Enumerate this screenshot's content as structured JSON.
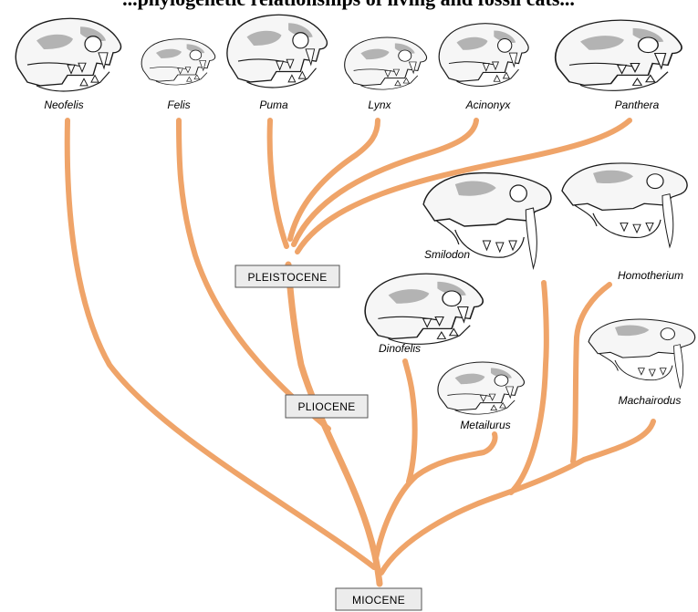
{
  "title": "...phylogenetic relationships of living and fossil cats...",
  "colors": {
    "branch": "#efa469",
    "era_box_fill": "#ececec",
    "era_box_stroke": "#555555",
    "skull_outline": "#1a1a1a",
    "skull_shading": "#9c9c9c"
  },
  "eras": {
    "pleistocene": "PLEISTOCENE",
    "pliocene": "PLIOCENE",
    "miocene": "MIOCENE"
  },
  "taxa": {
    "neofelis": "Neofelis",
    "felis": "Felis",
    "puma": "Puma",
    "lynx": "Lynx",
    "acinonyx": "Acinonyx",
    "panthera": "Panthera",
    "smilodon": "Smilodon",
    "homotherium": "Homotherium",
    "dinofelis": "Dinofelis",
    "metailurus": "Metailurus",
    "machairodus": "Machairodus"
  },
  "icons": {
    "neofelis": "skull-icon",
    "felis": "skull-icon",
    "puma": "skull-icon",
    "lynx": "skull-icon",
    "acinonyx": "skull-icon",
    "panthera": "skull-icon",
    "smilodon": "sabertooth-skull-icon",
    "homotherium": "sabertooth-skull-icon",
    "dinofelis": "skull-icon",
    "metailurus": "skull-icon",
    "machairodus": "sabertooth-skull-icon"
  }
}
